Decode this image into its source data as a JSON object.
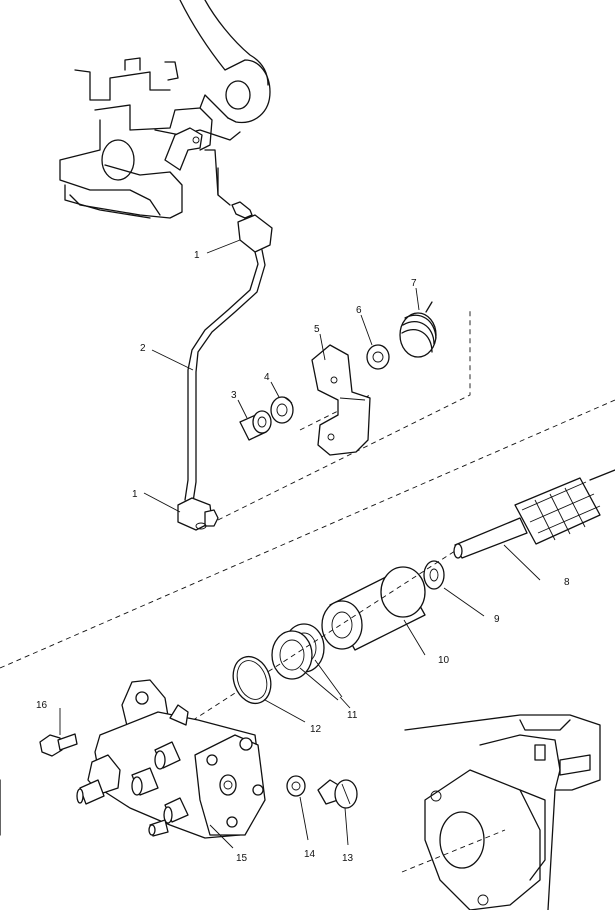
{
  "callouts": [
    {
      "id": "c1a",
      "text": "1"
    },
    {
      "id": "c2",
      "text": "2"
    },
    {
      "id": "c1b",
      "text": "1"
    },
    {
      "id": "c3",
      "text": "3"
    },
    {
      "id": "c4",
      "text": "4"
    },
    {
      "id": "c5",
      "text": "5"
    },
    {
      "id": "c6",
      "text": "6"
    },
    {
      "id": "c7",
      "text": "7"
    },
    {
      "id": "c8",
      "text": "8"
    },
    {
      "id": "c9",
      "text": "9"
    },
    {
      "id": "c10",
      "text": "10"
    },
    {
      "id": "c11",
      "text": "11"
    },
    {
      "id": "c12",
      "text": "12"
    },
    {
      "id": "c13",
      "text": "13"
    },
    {
      "id": "c14",
      "text": "14"
    },
    {
      "id": "c15",
      "text": "15"
    },
    {
      "id": "c16",
      "text": "16"
    }
  ]
}
